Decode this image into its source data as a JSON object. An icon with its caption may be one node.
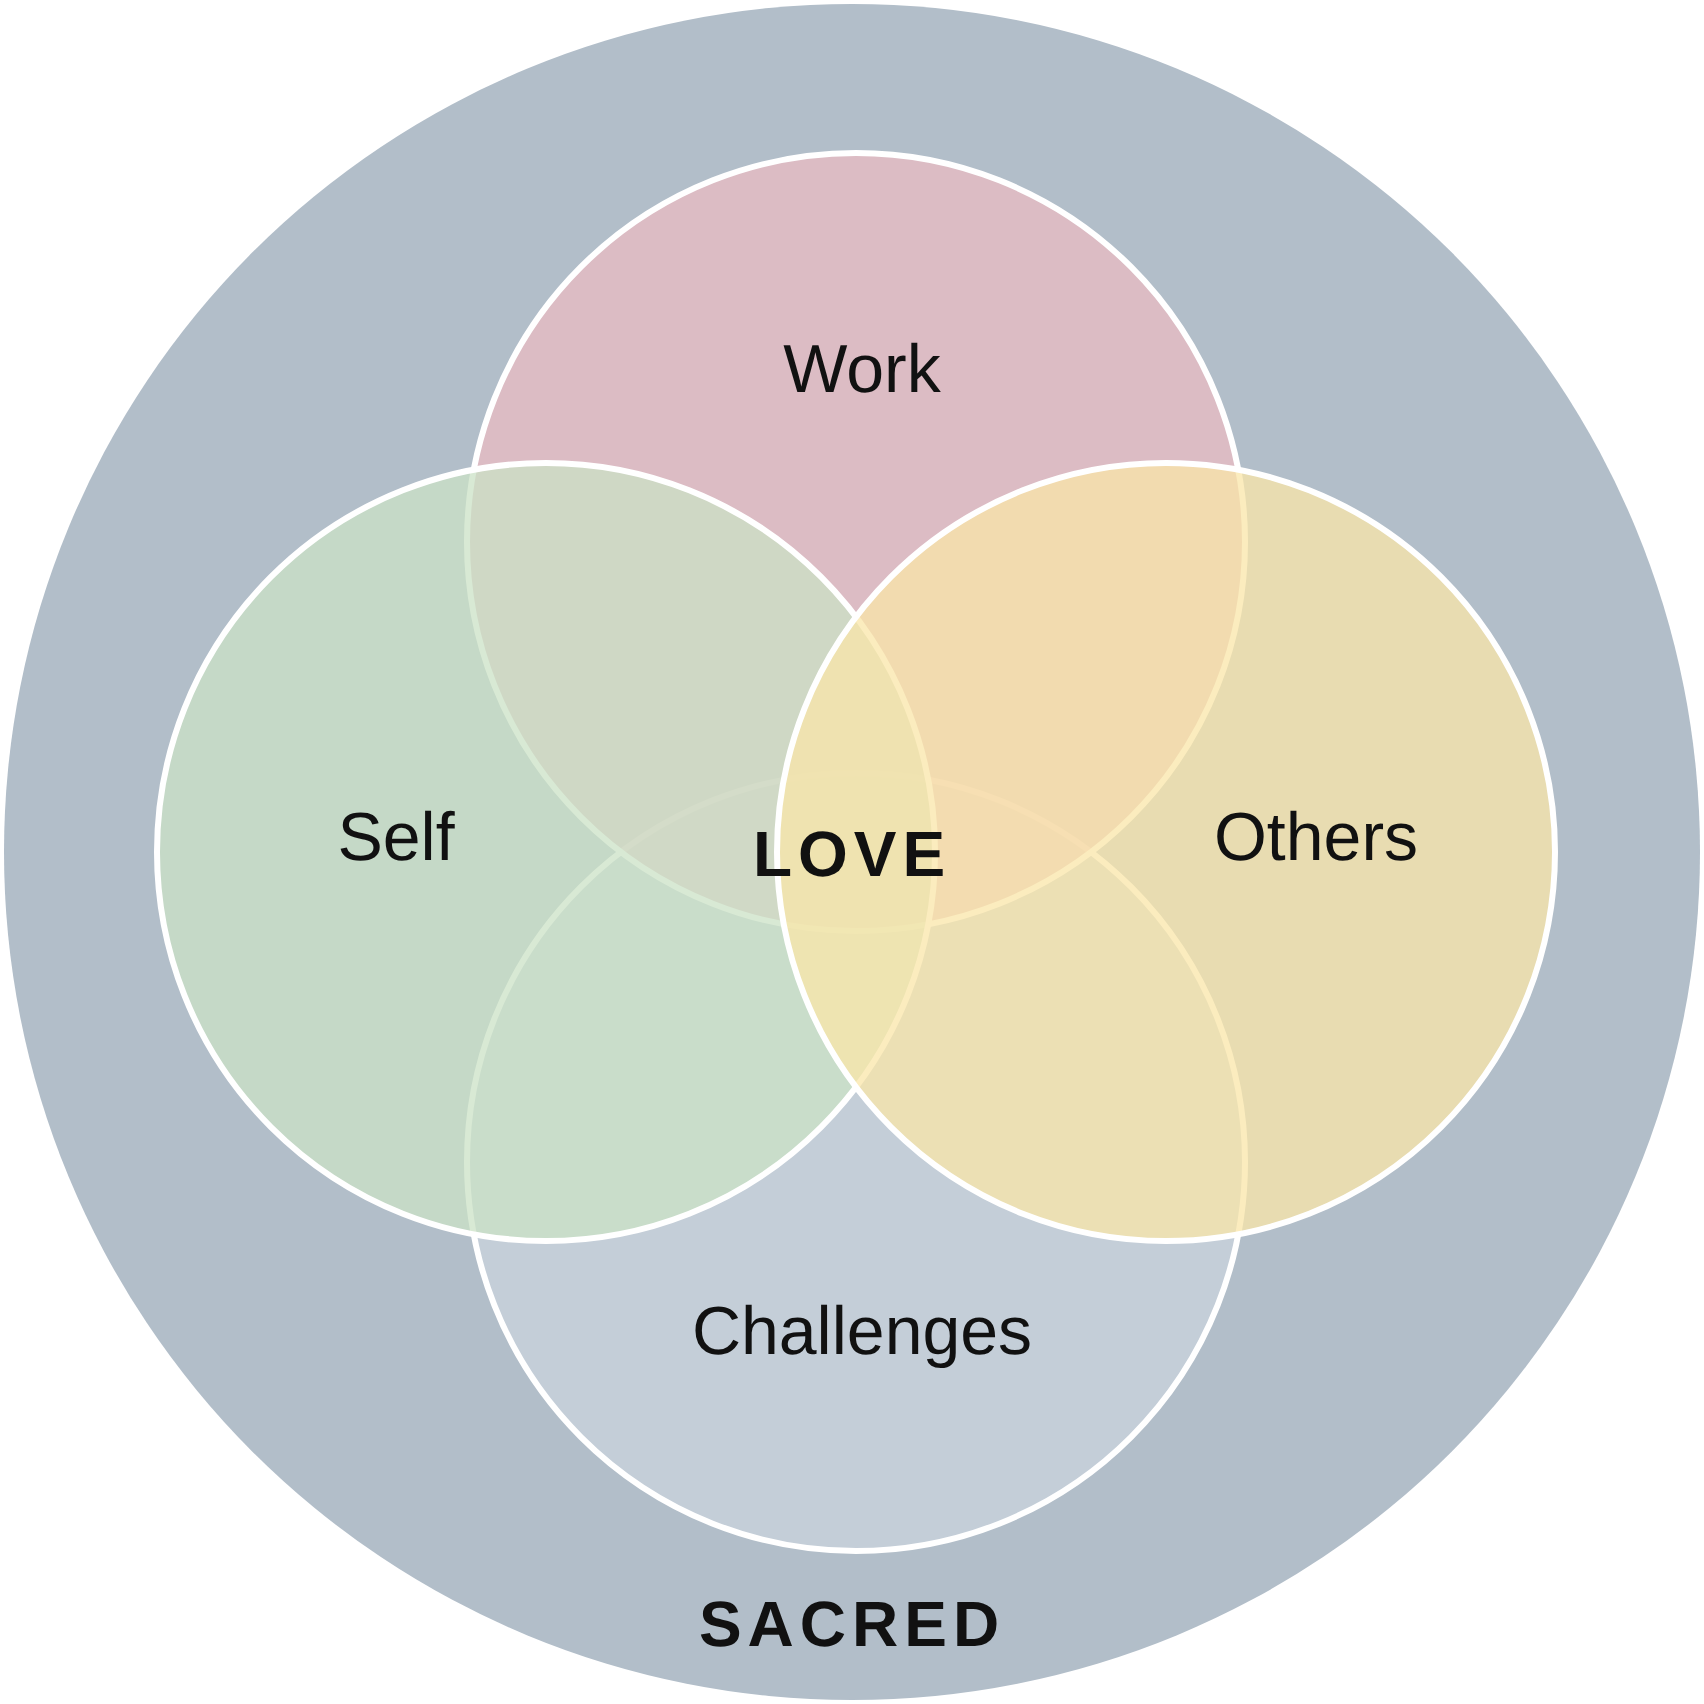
{
  "diagram": {
    "nodes": [
      {
        "text": [
          "SACRED"
        ]
      },
      {
        "text": [
          "Work"
        ],
        "in": 0
      },
      {
        "text": [
          "Self"
        ],
        "in": 0
      },
      {
        "text": [
          "Others"
        ],
        "in": 0
      },
      {
        "text": [
          "Challenges"
        ],
        "in": 0
      }
    ],
    "labels": [
      "LOVE"
    ]
  }
}
